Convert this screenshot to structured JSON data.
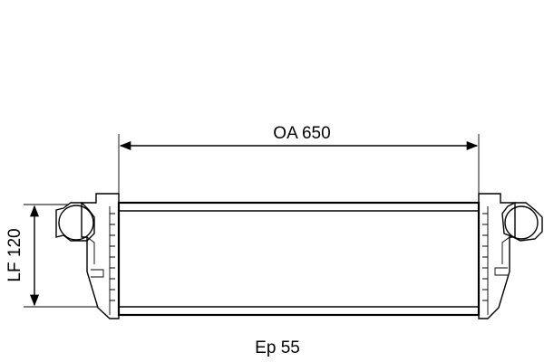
{
  "dimensions": {
    "overall_length_label": "OA 650",
    "core_height_label": "LF 120",
    "thickness_label": "Ep 55"
  }
}
